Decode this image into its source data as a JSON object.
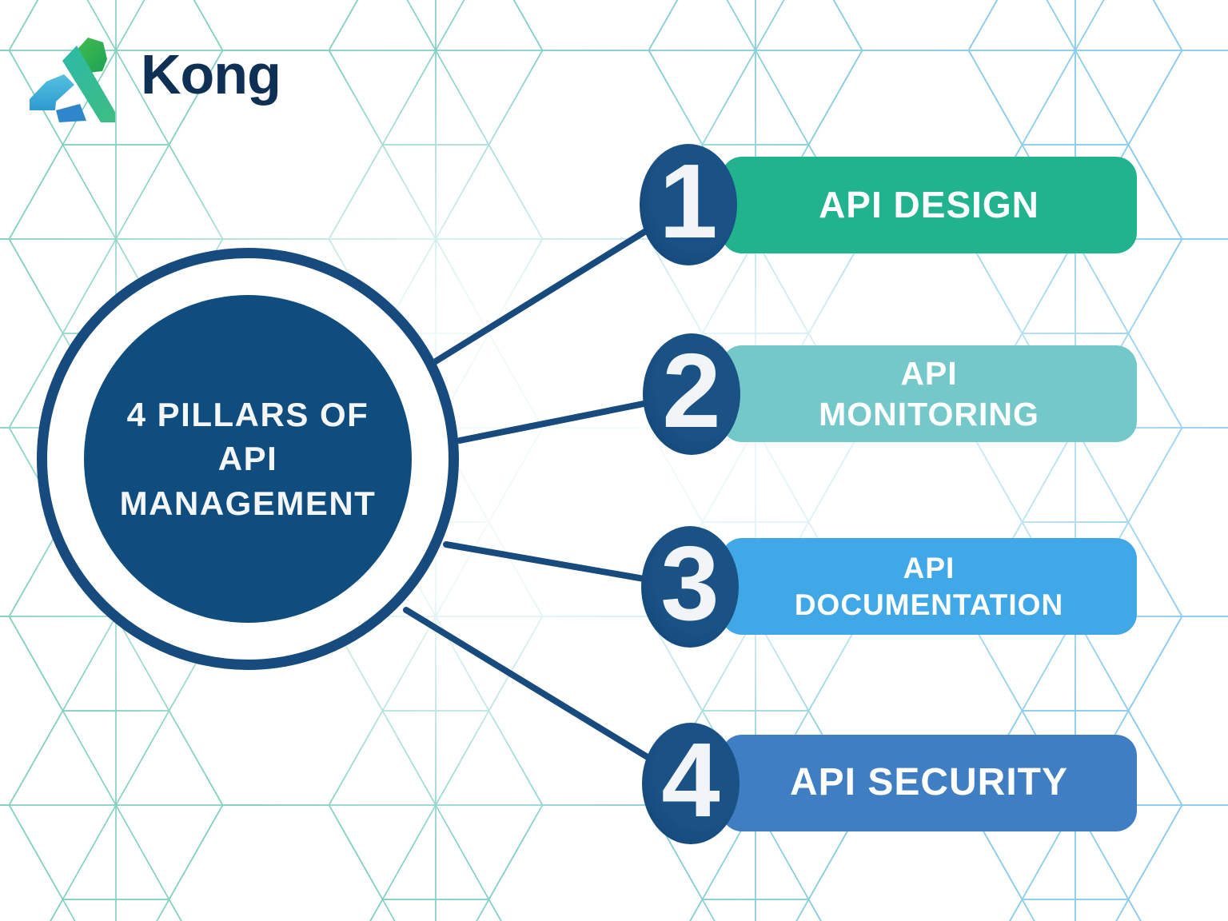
{
  "brand": {
    "name": "Kong"
  },
  "hub": {
    "title_lines": [
      "4 PILLARS OF",
      "API",
      "MANAGEMENT"
    ]
  },
  "pillars": [
    {
      "number": "1",
      "lines": [
        "API DESIGN"
      ],
      "bar_color": "#21b28e"
    },
    {
      "number": "2",
      "lines": [
        "API",
        "MONITORING"
      ],
      "bar_color": "#75c8ca"
    },
    {
      "number": "3",
      "lines": [
        "API",
        "DOCUMENTATION"
      ],
      "bar_color": "#41a8e8"
    },
    {
      "number": "4",
      "lines": [
        "API SECURITY"
      ],
      "bar_color": "#3f7ec2"
    }
  ],
  "colors": {
    "navy_line": "#174b7e",
    "hub_fill": "#0f4d7e",
    "badge_fill": "#174a80",
    "pattern_green": "#84d1c0",
    "pattern_blue": "#8fcdf0",
    "wordmark_navy": "#0e3054",
    "white_text": "#f4f6f8"
  }
}
